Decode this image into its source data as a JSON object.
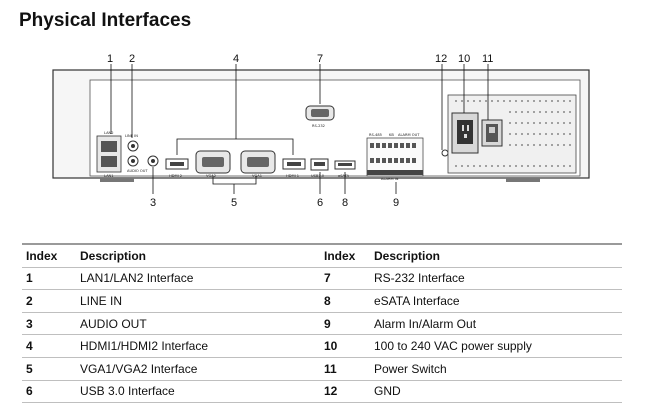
{
  "title": "Physical Interfaces",
  "callouts": [
    "1",
    "2",
    "3",
    "4",
    "5",
    "6",
    "7",
    "8",
    "9",
    "10",
    "11",
    "12"
  ],
  "panel_labels": {
    "lan2": "LAN2",
    "lan1": "LAN1",
    "line_in": "LINE IN",
    "audio_out": "AUDIO OUT",
    "hdmi2": "HDMI 2",
    "vga2": "VGA2",
    "vga1": "VGA1",
    "hdmi1": "HDMI 1",
    "usb": "USB3.0",
    "esata": "eSATA",
    "rs232": "RS-232",
    "rs485": "RS-485",
    "kb": "KB",
    "alarm_out": "ALARM OUT",
    "alarm_in": "ALARM IN"
  },
  "table": {
    "headers": [
      "Index",
      "Description",
      "Index",
      "Description"
    ],
    "rows": [
      {
        "i1": "1",
        "d1": "LAN1/LAN2 Interface",
        "i2": "7",
        "d2": "RS-232 Interface"
      },
      {
        "i1": "2",
        "d1": "LINE IN",
        "i2": "8",
        "d2": "eSATA Interface"
      },
      {
        "i1": "3",
        "d1": "AUDIO OUT",
        "i2": "9",
        "d2": "Alarm In/Alarm Out"
      },
      {
        "i1": "4",
        "d1": "HDMI1/HDMI2 Interface",
        "i2": "10",
        "d2": "100 to 240 VAC power supply"
      },
      {
        "i1": "5",
        "d1": "VGA1/VGA2 Interface",
        "i2": "11",
        "d2": "Power Switch"
      },
      {
        "i1": "6",
        "d1": "USB 3.0 Interface",
        "i2": "12",
        "d2": "GND"
      }
    ]
  }
}
